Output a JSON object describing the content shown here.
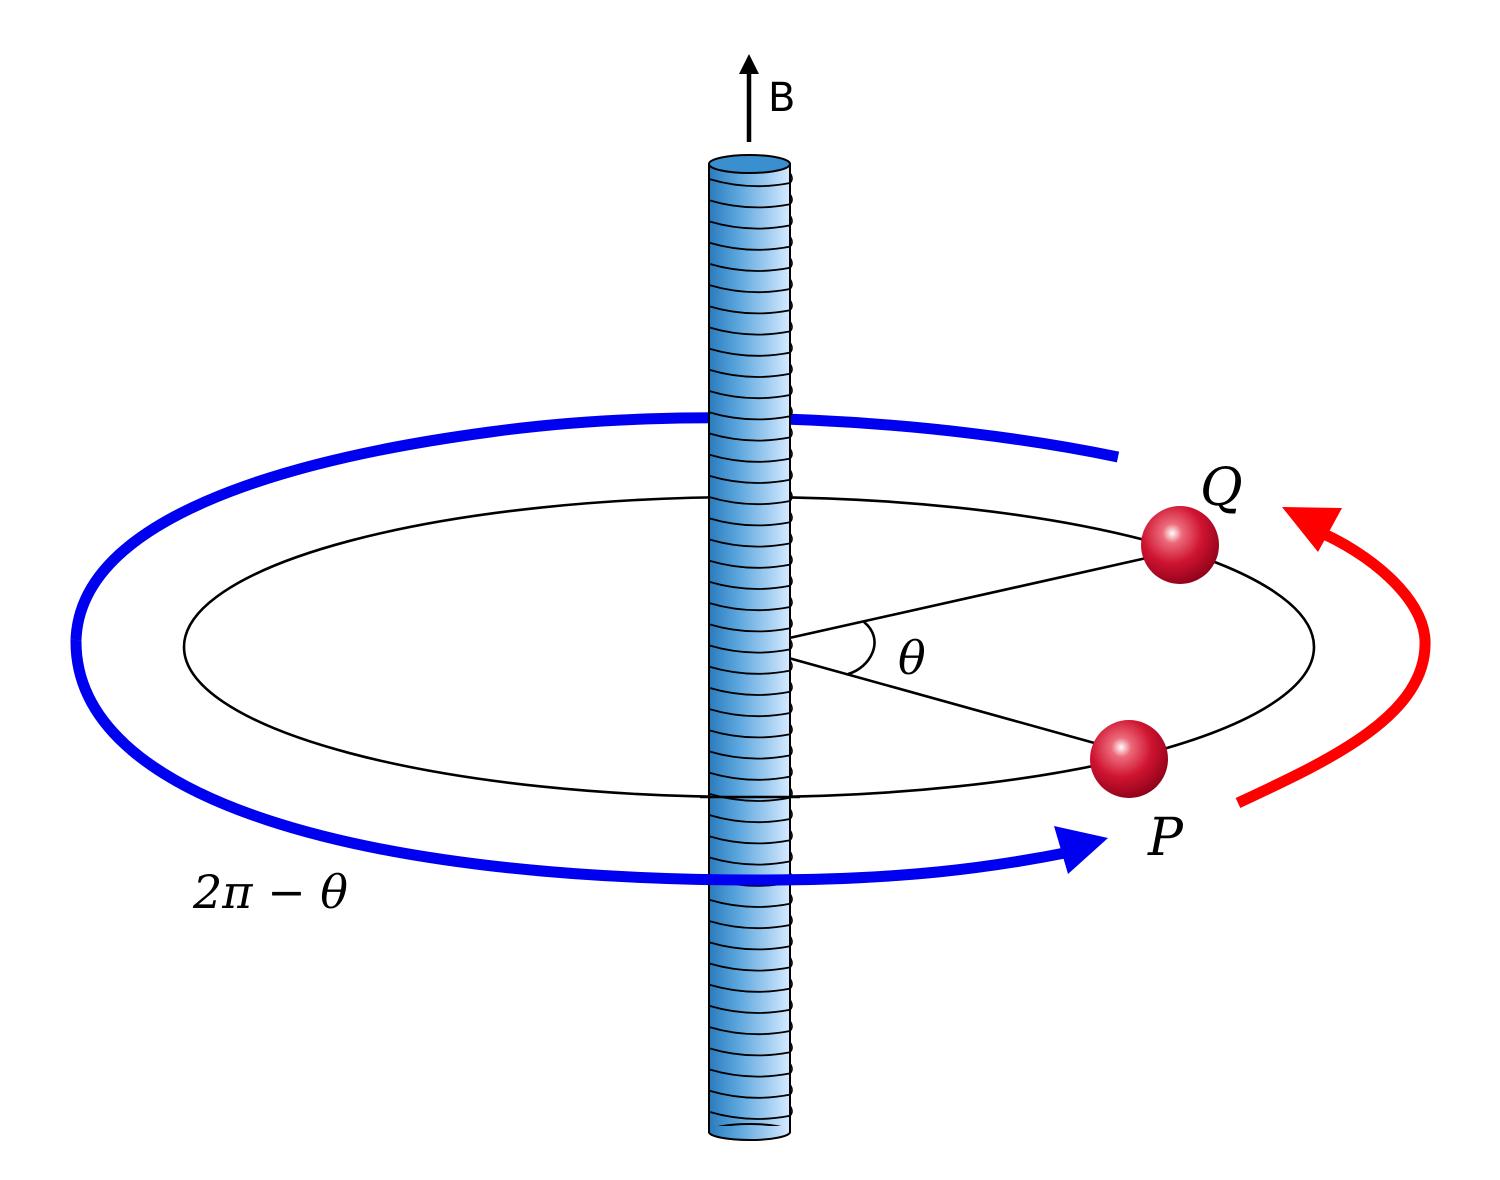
{
  "labels": {
    "field": "B",
    "angle": "θ",
    "point_q": "Q",
    "point_p": "P",
    "complement_angle": "2π − θ"
  },
  "colors": {
    "solenoid_dark": "#2f82bf",
    "solenoid_light": "#cfe6ff",
    "solenoid_top": "#3a8fcf",
    "blue_path": "#0000f0",
    "red_path": "#ff0000",
    "particle": "#c8102e",
    "line": "#000000"
  }
}
